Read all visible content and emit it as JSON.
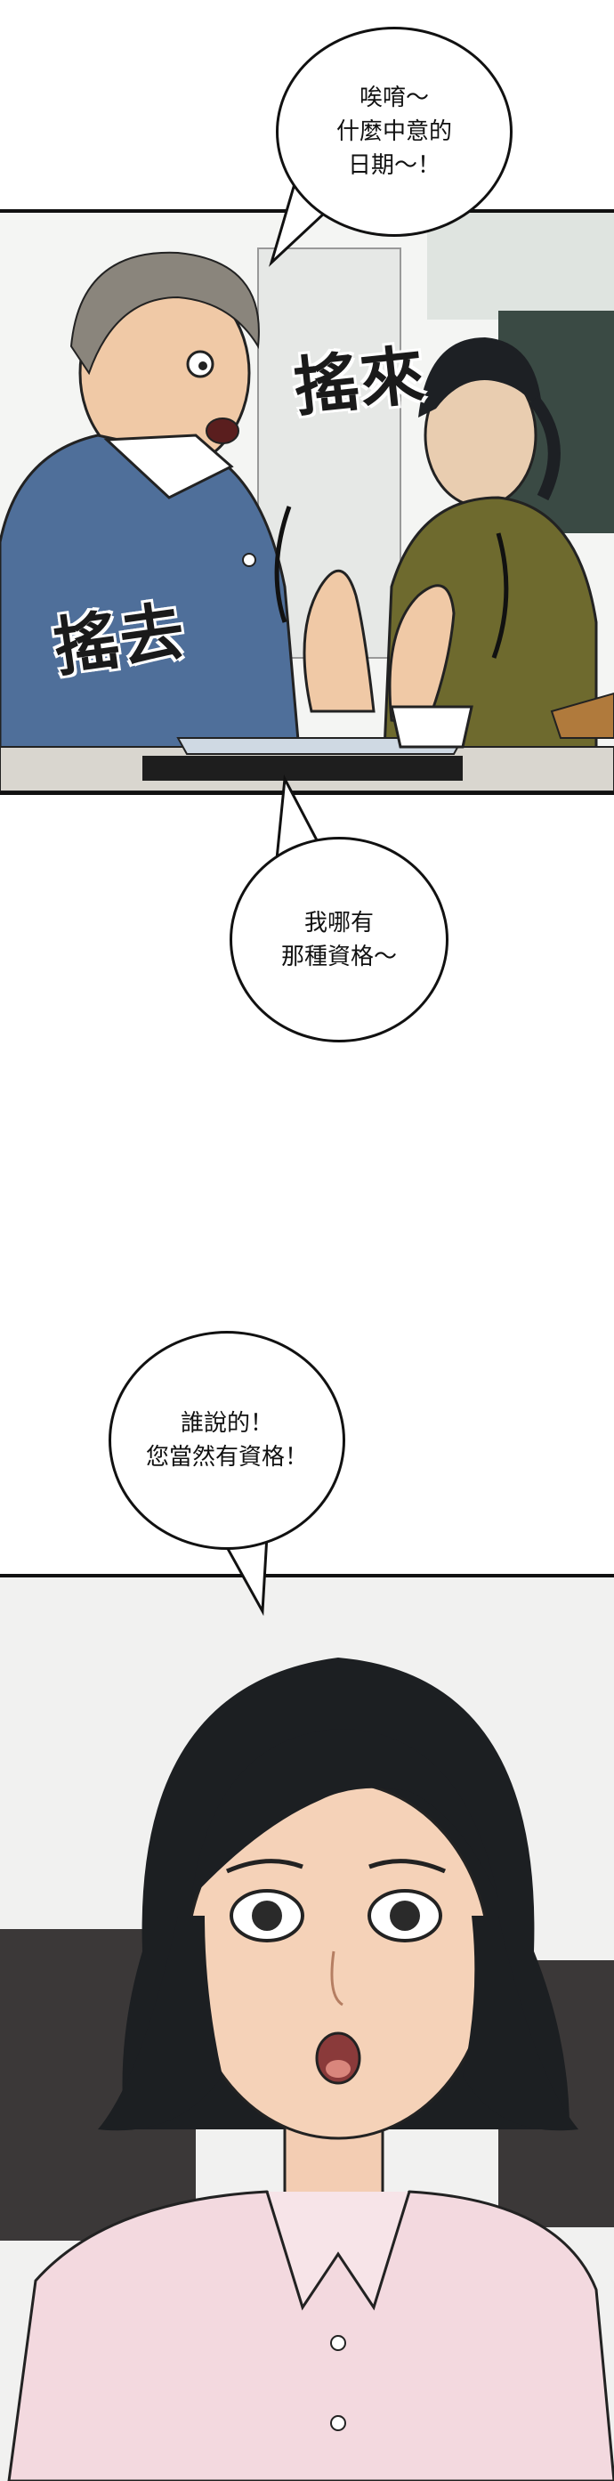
{
  "bubbles": {
    "top": {
      "line1": "唉唷～",
      "line2": "什麼中意的",
      "line3": "日期～！"
    },
    "middle": {
      "line1": "我哪有",
      "line2": "那種資格～"
    },
    "lower": {
      "line1": "誰說的！",
      "line2": "您當然有資格！"
    }
  },
  "sfx": {
    "left": "搖去",
    "right": "搖來"
  },
  "colors": {
    "ink": "#111111",
    "sweater_blue": "#4f6f9a",
    "olive_cardigan": "#6e6a2e",
    "pink_blouse": "#f3d9df",
    "hair_black": "#1c1f22"
  }
}
